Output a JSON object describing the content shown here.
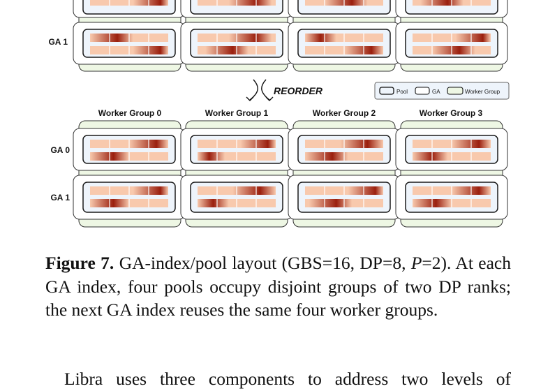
{
  "diagram": {
    "top_panel": {
      "ga_labels": [
        "GA 1"
      ]
    },
    "reorder_label": "REORDER",
    "legend": {
      "pool": "Pool",
      "ga": "GA",
      "worker_group": "Worker Group"
    },
    "bottom_panel": {
      "worker_groups": [
        "Worker Group 0",
        "Worker Group 1",
        "Worker Group 2",
        "Worker Group 3"
      ],
      "ga_labels": [
        "GA 0",
        "GA 1"
      ]
    },
    "colors": {
      "group_fill": "#eef7e4",
      "group_stroke": "#333333",
      "pool_fill": "#eef4fb",
      "bar_light": "#f8c9ad",
      "bar_dark": "#9a1f0e",
      "legend_fill": "#eef4fb"
    },
    "gradient_positions": {
      "top": [
        [
          [
            0.9,
            0.1
          ]
        ],
        [
          [
            0.35,
            0.9
          ],
          [
            0.75,
            0.45
          ],
          [
            0.2,
            0.85
          ],
          [
            0.9,
            0.6
          ]
        ]
      ],
      "bottom": [
        [
          [
            0.85,
            0.3
          ],
          [
            0.9,
            0.15
          ],
          [
            0.8,
            0.35
          ],
          [
            0.85,
            0.25
          ]
        ],
        [
          [
            0.9,
            0.3
          ],
          [
            0.8,
            0.2
          ],
          [
            0.9,
            0.4
          ],
          [
            0.85,
            0.3
          ]
        ]
      ]
    }
  },
  "caption": {
    "label": "Figure 7.",
    "text_1": "GA-index/pool layout (GBS=16, DP=8, ",
    "italic": "P",
    "text_2": "=2). At each GA index, four pools occupy disjoint groups of two DP ranks; the next GA index reuses the same four worker groups."
  },
  "body": {
    "line_1": "Libra uses three components to address two levels of"
  }
}
